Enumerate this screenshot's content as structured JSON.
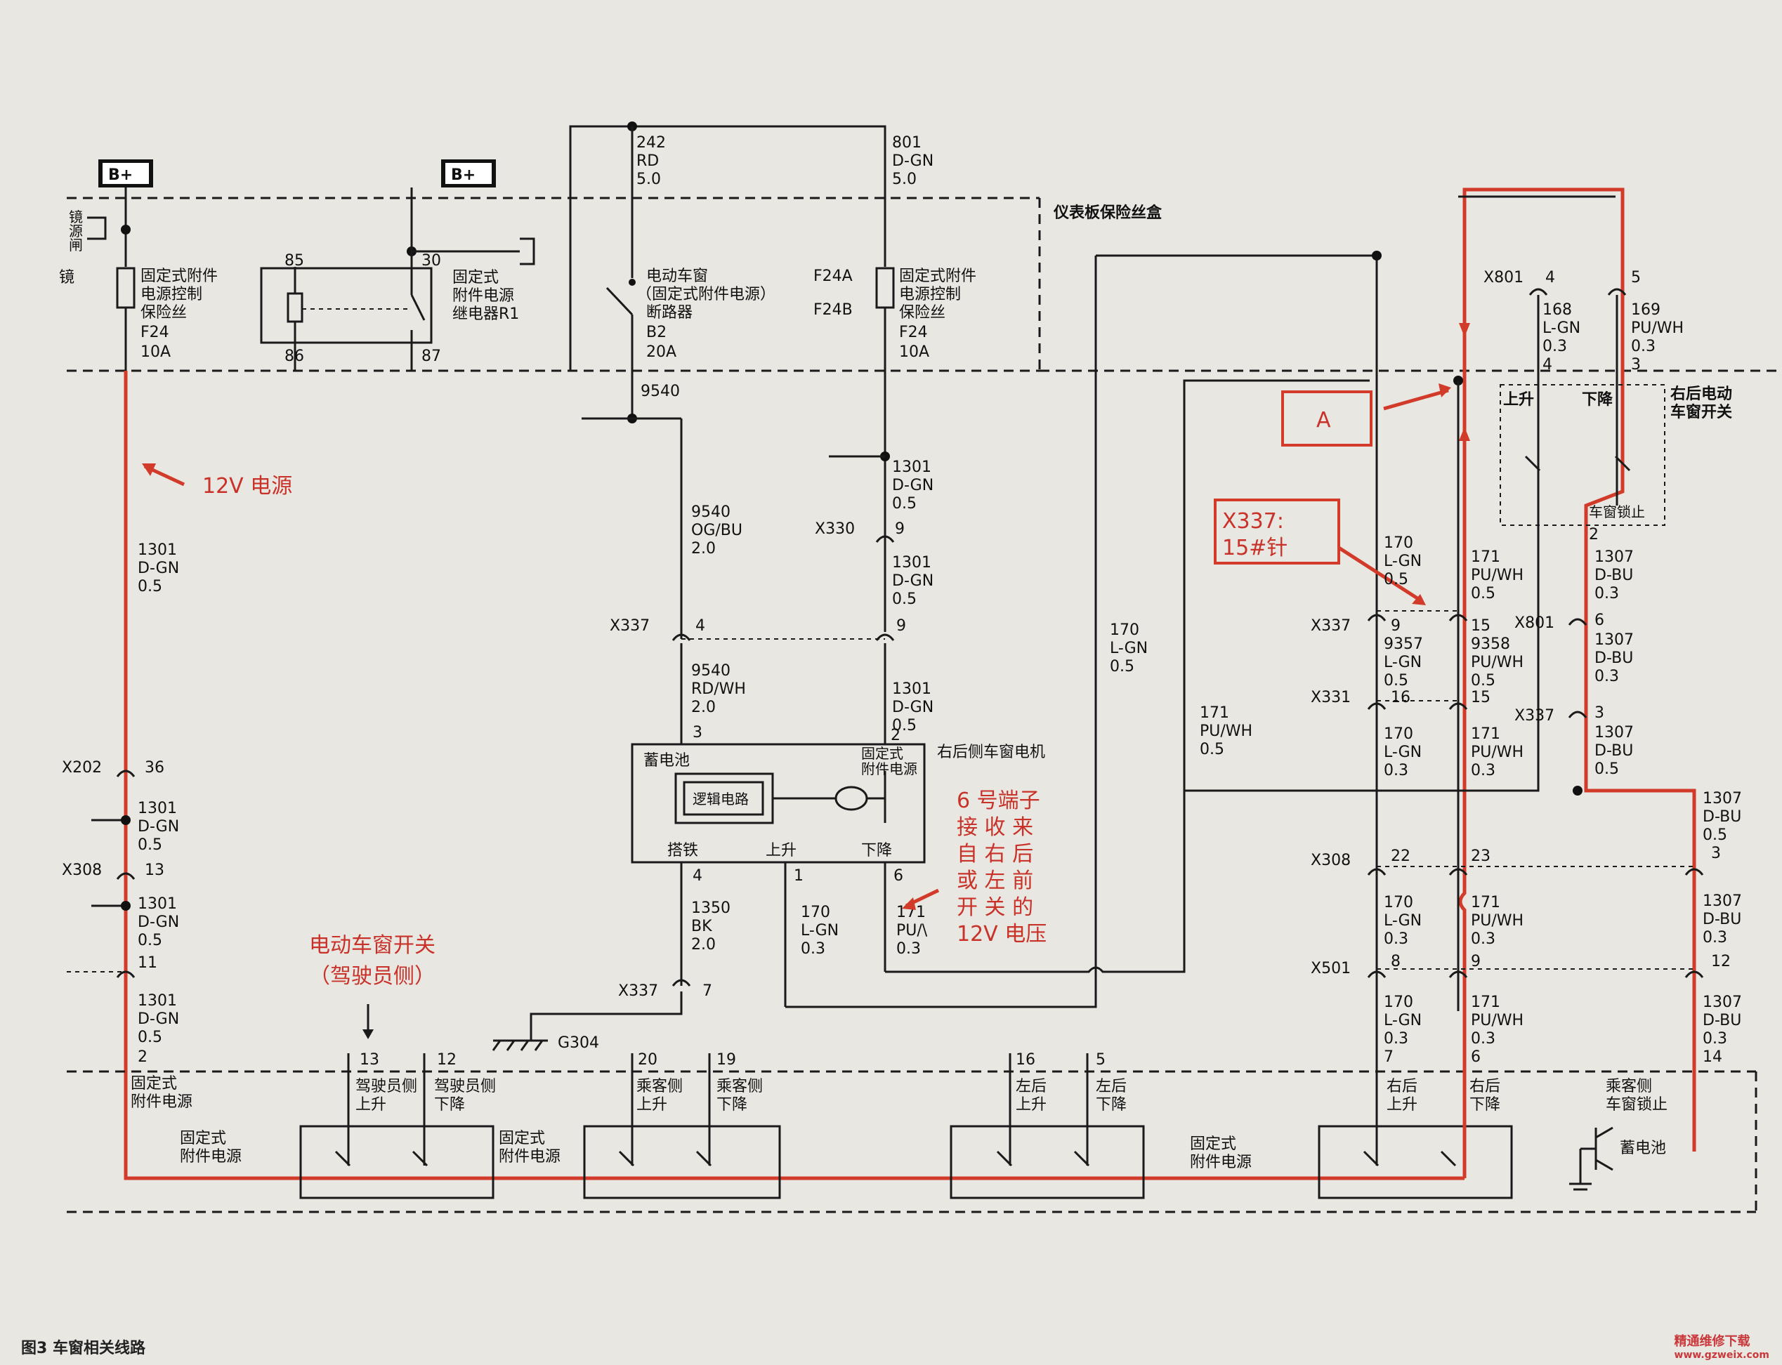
{
  "diagram": {
    "power_labels": [
      "B+",
      "B+"
    ],
    "fusebox_title": "仪表板保险丝盒",
    "left_fragments": [
      "镜",
      "源",
      "闸",
      "镜"
    ],
    "fuse_f24_left": {
      "name": "固定式附件电源控制保险丝",
      "lines": [
        "固定式附件",
        "电源控制",
        "保险丝"
      ],
      "id": "F24",
      "rating": "10A"
    },
    "relay": {
      "lines": [
        "固定式",
        "附件电源",
        "继电器R1"
      ],
      "pins": [
        "85",
        "86",
        "30",
        "87"
      ]
    },
    "breaker": {
      "lines": [
        "电动车窗",
        "（固定式附件电源）",
        "断路器"
      ],
      "id": "B2",
      "rating": "20A"
    },
    "fuse_f24_right": {
      "lines": [
        "固定式附件",
        "电源控制",
        "保险丝"
      ],
      "id": "F24",
      "rating": "10A",
      "f24a": "F24A",
      "f24b": "F24B"
    },
    "wire_242": [
      "242",
      "RD",
      "5.0"
    ],
    "wire_801": [
      "801",
      "D-GN",
      "5.0"
    ],
    "wire_9540_top": "9540",
    "wire_9540": [
      "9540",
      "OG/BU",
      "2.0"
    ],
    "wire_9540_rd": [
      "9540",
      "RD/WH",
      "2.0"
    ],
    "wire_1301_a": [
      "1301",
      "D-GN",
      "0.5"
    ],
    "wire_1301_b": [
      "1301",
      "D-GN",
      "0.5"
    ],
    "wire_1301_c": [
      "1301",
      "D-GN",
      "0.5"
    ],
    "wire_1350": [
      "1350",
      "BK",
      "2.0"
    ],
    "wire_170_mid": [
      "170",
      "L-GN",
      "0.3"
    ],
    "wire_171_mid": [
      "171",
      "PU/\\",
      "0.3"
    ],
    "wire_170_long": [
      "170",
      "L-GN",
      "0.5"
    ],
    "wire_171_long": [
      "171",
      "PU/WH",
      "0.5"
    ],
    "left_wire": {
      "w1": [
        "1301",
        "D-GN",
        "0.5"
      ],
      "w2": [
        "1301",
        "D-GN",
        "0.5"
      ],
      "w3": [
        "1301",
        "D-GN",
        "0.5"
      ],
      "w4": [
        "1301",
        "D-GN",
        "0.5"
      ]
    },
    "connectors": {
      "x202": "X202",
      "x202_pin": "36",
      "x308": "X308",
      "x308_pin": "13",
      "x11": "11",
      "x2": "2",
      "x330": "X330",
      "x330_pin": "9",
      "x337_a": "X337",
      "x337_a_pin4": "4",
      "x337_a_pin9": "9",
      "x337_b": "X337",
      "x337_b_pin": "7",
      "motor_pin3": "3",
      "motor_pin2": "2",
      "motor_pin4": "4",
      "motor_pin1": "1",
      "motor_pin6": "6",
      "g304": "G304"
    },
    "motor": {
      "title": "右后侧车窗电机",
      "battery": "蓄电池",
      "fixed": [
        "固定式",
        "附件电源"
      ],
      "logic": "逻辑电路",
      "ground": "搭铁",
      "up": "上升",
      "down": "下降"
    },
    "right_harness": {
      "x801": "X801",
      "x801_pin4": "4",
      "x801_pin5": "5",
      "w168": [
        "168",
        "L-GN",
        "0.3",
        "4"
      ],
      "w169": [
        "169",
        "PU/WH",
        "0.3",
        "3"
      ],
      "switch_title": [
        "右后电动",
        "车窗开关"
      ],
      "switch_up": "上升",
      "switch_down": "下降",
      "switch_lock": "车窗锁止",
      "w170_1": [
        "170",
        "L-GN",
        "0.5"
      ],
      "w171_1": [
        "171",
        "PU/WH",
        "0.5"
      ],
      "x337": "X337",
      "x337_p9": "9",
      "x337_p15": "15",
      "w9357": [
        "9357",
        "L-GN",
        "0.5"
      ],
      "w9358": [
        "9358",
        "PU/WH",
        "0.5"
      ],
      "x331": "X331",
      "x331_p16": "16",
      "x331_p15": "15",
      "w170_2": [
        "170",
        "L-GN",
        "0.3"
      ],
      "w171_2": [
        "171",
        "PU/WH",
        "0.3"
      ],
      "x308": "X308",
      "x308_p22": "22",
      "x308_p23": "23",
      "w170_3": [
        "170",
        "L-GN",
        "0.3"
      ],
      "w171_3": [
        "171",
        "PU/WH",
        "0.3"
      ],
      "x501": "X501",
      "x501_p8": "8",
      "x501_p9": "9",
      "w170_4": [
        "170",
        "L-GN",
        "0.3",
        "7"
      ],
      "w171_4": [
        "171",
        "PU/WH",
        "0.3",
        "6"
      ],
      "w1307_1": [
        "1307",
        "D-BU",
        "0.3"
      ],
      "x801b": "X801",
      "x801b_pin": "6",
      "w1307_2": [
        "1307",
        "D-BU",
        "0.3"
      ],
      "x337c": "X337",
      "x337c_pin": "3",
      "w1307_3": [
        "1307",
        "D-BU",
        "0.5"
      ],
      "w1307_4": [
        "1307",
        "D-BU",
        "0.5",
        "3"
      ],
      "w1307_5": [
        "1307",
        "D-BU",
        "0.3",
        "12"
      ],
      "w1307_6": [
        "1307",
        "D-BU",
        "0.3",
        "14"
      ],
      "pin_top": "2"
    },
    "switch_module": {
      "left_fixed": [
        "固定式",
        "附件电源"
      ],
      "inner_fixed_a": [
        "固定式",
        "附件电源"
      ],
      "inner_fixed_b": [
        "固定式",
        "附件电源"
      ],
      "inner_fixed_c": [
        "固定式",
        "附件电源"
      ],
      "driver_up": [
        "驾驶员侧",
        "上升"
      ],
      "driver_up_pin": "13",
      "driver_down": [
        "驾驶员侧",
        "下降"
      ],
      "driver_down_pin": "12",
      "pass_up": [
        "乘客侧",
        "上升"
      ],
      "pass_up_pin": "20",
      "pass_down": [
        "乘客侧",
        "下降"
      ],
      "pass_down_pin": "19",
      "lr_up": [
        "左后",
        "上升"
      ],
      "lr_up_pin": "16",
      "lr_down": [
        "左后",
        "下降"
      ],
      "lr_down_pin": "5",
      "rr_up": [
        "右后",
        "上升"
      ],
      "rr_down": [
        "右后",
        "下降"
      ],
      "lock": [
        "乘客侧",
        "车窗锁止"
      ],
      "battery": "蓄电池"
    },
    "annotations": {
      "power12v": "12V 电源",
      "switch_title": [
        "电动车窗开关",
        "（驾驶员侧）"
      ],
      "box_a": "A",
      "x337_note": [
        "X337:",
        "15#针"
      ],
      "pin6_note": [
        "6 号端子",
        "接 收 来",
        "自 右 后",
        "或 左 前",
        "开 关 的",
        "12V 电压"
      ]
    }
  },
  "caption": "图3  车窗相关线路",
  "watermark": [
    "精通维修下载",
    "www.gzweix.com"
  ],
  "colors": {
    "annotation": "#d23a2a",
    "wire": "#1a1a1a",
    "background": "#e9e7e2"
  }
}
